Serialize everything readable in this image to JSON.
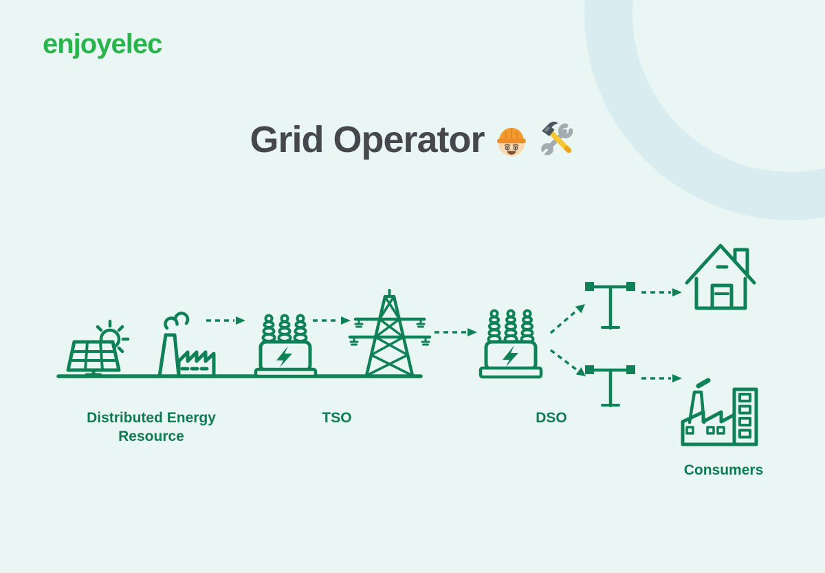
{
  "colors": {
    "background": "#E9F6F3",
    "ring": "#D9EDF1",
    "logo_green": "#2BB44E",
    "title_text": "#45474C",
    "diagram_green": "#0F8157",
    "label_green": "#0E7B52"
  },
  "logo": {
    "text": "enjoyelec"
  },
  "header": {
    "title": "Grid Operator",
    "emojis": [
      "construction-worker",
      "hammer-and-wrench"
    ]
  },
  "diagram": {
    "nodes": {
      "source_label": "Distributed Energy Resource",
      "tso_label": "TSO",
      "dso_label": "DSO",
      "consumers_label": "Consumers"
    },
    "icons": [
      "sun",
      "solar-panel",
      "power-plant",
      "transformer",
      "transmission-tower",
      "transformer",
      "utility-pole",
      "utility-pole",
      "house",
      "factory"
    ],
    "flow": [
      "Distributed Energy Resource",
      "TSO",
      "DSO",
      "Consumers"
    ]
  }
}
